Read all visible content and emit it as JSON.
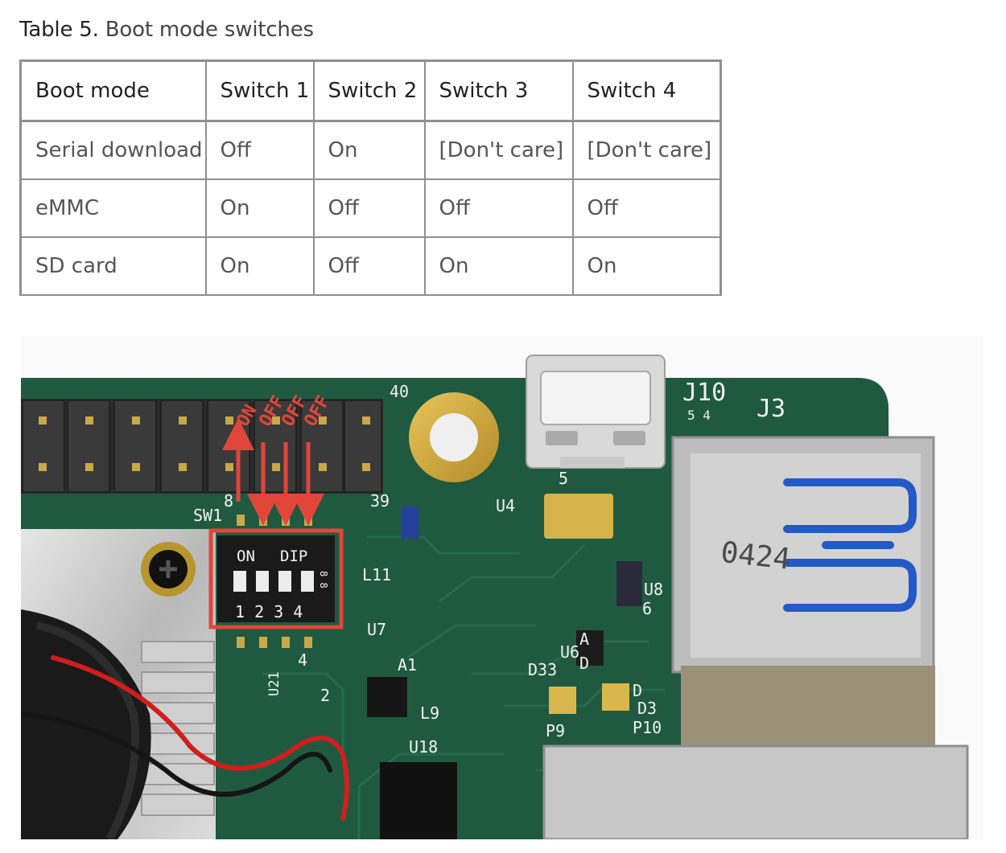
{
  "caption": {
    "label": "Table 5.",
    "title": "Boot mode switches"
  },
  "table": {
    "headers": [
      "Boot mode",
      "Switch 1",
      "Switch 2",
      "Switch 3",
      "Switch 4"
    ],
    "rows": [
      [
        "Serial download",
        "Off",
        "On",
        "[Don't care]",
        "[Don't care]"
      ],
      [
        "eMMC",
        "On",
        "Off",
        "Off",
        "Off"
      ],
      [
        "SD card",
        "On",
        "Off",
        "On",
        "On"
      ]
    ]
  },
  "photo": {
    "switch_states": [
      "ON",
      "OFF",
      "OFF",
      "OFF"
    ],
    "board_labels": {
      "j10": "J10",
      "j10_pins": "5 4",
      "j3": "J3",
      "sw1": "SW1",
      "pin8": "8",
      "pin40": "40",
      "pin39": "39",
      "dip_on": "ON",
      "dip_dip": "DIP",
      "dip_numbers": "1 2 3 4",
      "dip_side": "8 8",
      "l11": "L11",
      "u7": "U7",
      "a1": "A1",
      "l9": "L9",
      "u18": "U18",
      "u21": "U21",
      "u4": "U4",
      "u8": "U8",
      "u6": "U6",
      "d33": "D33",
      "p9": "P9",
      "d3": "D3",
      "p10": "P10",
      "usb_marking": "0424",
      "pin5": "5",
      "pin2": "2",
      "pin4": "4",
      "pin6": "6",
      "d_label": "D",
      "a_label": "A",
      "d_right": "D"
    },
    "colors": {
      "pcb": "#1f5a40",
      "highlight": "#e0463a",
      "usb_blue": "#2459c8"
    }
  }
}
